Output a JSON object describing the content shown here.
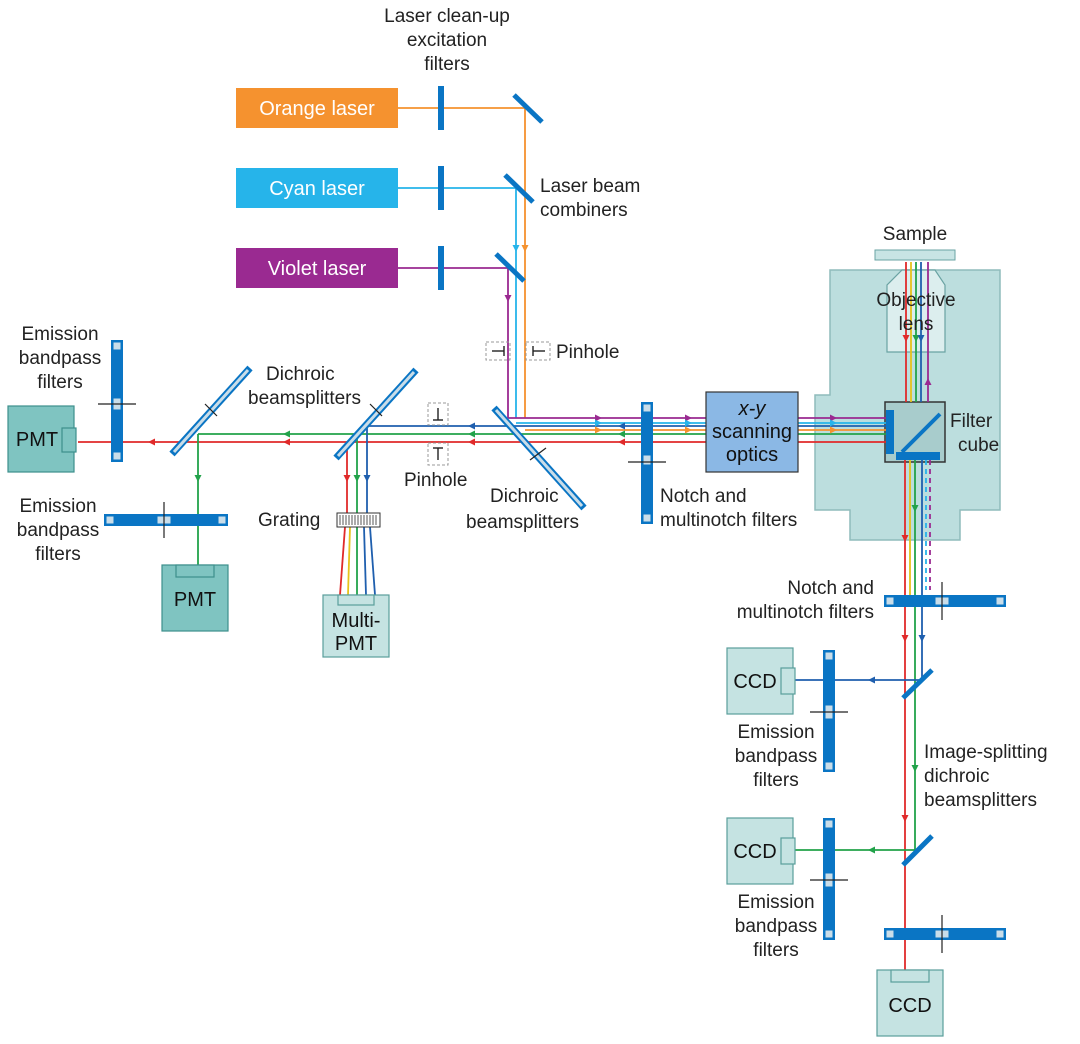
{
  "lasers": {
    "orange": {
      "label": "Orange laser",
      "color": "#f5922f"
    },
    "cyan": {
      "label": "Cyan laser",
      "color": "#26b4ea"
    },
    "violet": {
      "label": "Violet laser",
      "color": "#9a2a91"
    }
  },
  "beam_colors": {
    "red": "#e02a2a",
    "green": "#22a24a",
    "blue": "#1f5fae",
    "yellow": "#e6c21a"
  },
  "labels": {
    "cleanup_filters": [
      "Laser clean-up",
      "excitation",
      "filters"
    ],
    "beam_combiners": [
      "Laser beam",
      "combiners"
    ],
    "pinhole_top": "Pinhole",
    "pinhole_left": "Pinhole",
    "dichroic_center": [
      "Dichroic",
      "beamsplitters"
    ],
    "dichroic_left": [
      "Dichroic",
      "beamsplitters"
    ],
    "notch_center": [
      "Notch and",
      "multinotch filters"
    ],
    "notch_right": [
      "Notch and",
      "multinotch filters"
    ],
    "scanning": [
      "x-y",
      "scanning",
      "optics"
    ],
    "sample": "Sample",
    "objective": [
      "Objective",
      "lens"
    ],
    "filter_cube": [
      "Filter",
      "cube"
    ],
    "emission_top_left": [
      "Emission",
      "bandpass",
      "filters"
    ],
    "emission_mid_left": [
      "Emission",
      "bandpass",
      "filters"
    ],
    "emission_ccd1": [
      "Emission",
      "bandpass",
      "filters"
    ],
    "emission_ccd2": [
      "Emission",
      "bandpass",
      "filters"
    ],
    "image_splitting": [
      "Image-splitting",
      "dichroic",
      "beamsplitters"
    ],
    "grating": "Grating"
  },
  "detectors": {
    "pmt_left": "PMT",
    "pmt_bottom": "PMT",
    "multi_pmt": [
      "Multi-",
      "PMT"
    ],
    "ccd_1": "CCD",
    "ccd_2": "CCD",
    "ccd_3": "CCD"
  }
}
